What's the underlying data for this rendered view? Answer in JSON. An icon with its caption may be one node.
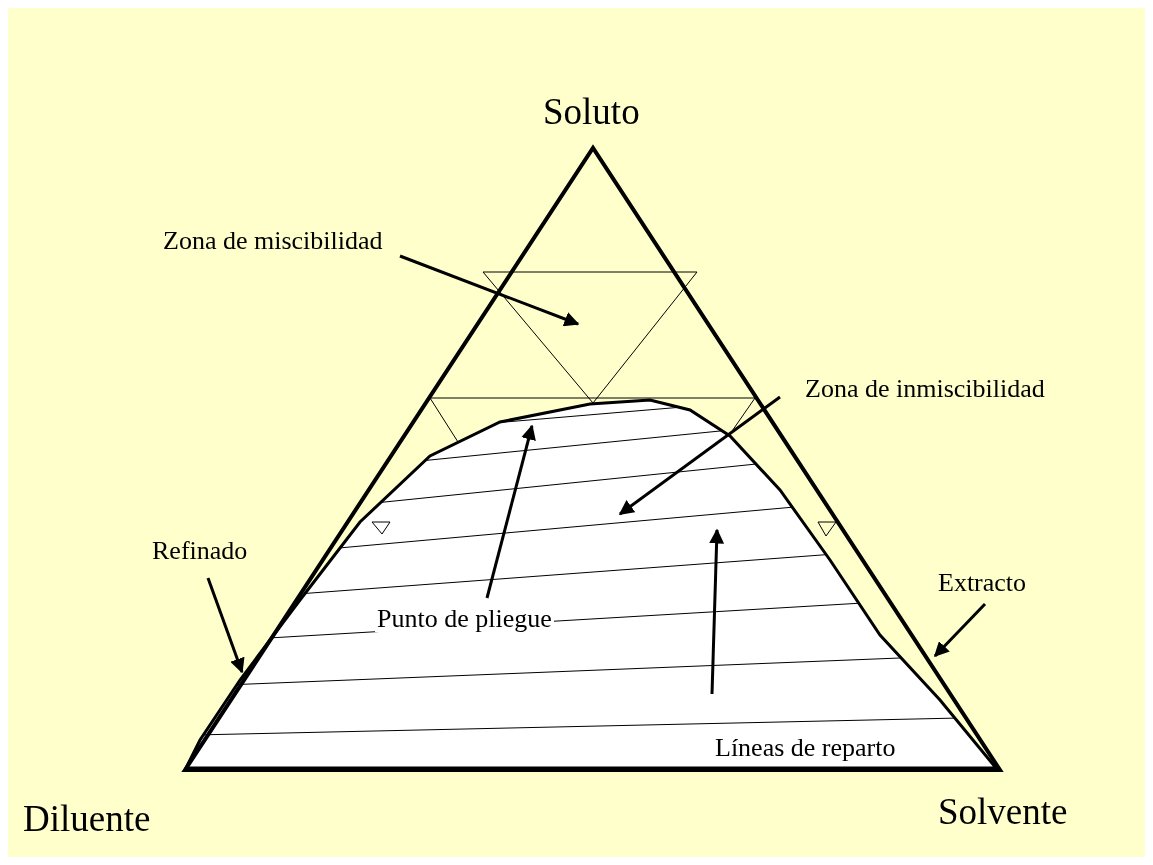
{
  "diagram": {
    "nodes": [
      {
        "text": [
          "Zona de miscibilidad"
        ]
      },
      {
        "text": [
          "Zona de inmiscibilidad"
        ]
      },
      {
        "text": [
          "Refinado"
        ]
      },
      {
        "text": [
          "Punto de pliegue"
        ]
      },
      {
        "text": [
          "Líneas de reparto"
        ]
      },
      {
        "text": [
          "Extracto"
        ]
      }
    ],
    "edges": [
      {
        "from": 0,
        "to": null,
        "arrow": "to"
      },
      {
        "from": 1,
        "to": null,
        "arrow": "to"
      },
      {
        "from": 2,
        "to": null,
        "arrow": "to"
      },
      {
        "from": 3,
        "to": null,
        "arrow": "to"
      },
      {
        "from": 4,
        "to": null,
        "arrow": "to"
      },
      {
        "from": 5,
        "to": null,
        "arrow": "to"
      }
    ],
    "labels": [
      "Soluto",
      "Diluente",
      "Solvente"
    ]
  }
}
